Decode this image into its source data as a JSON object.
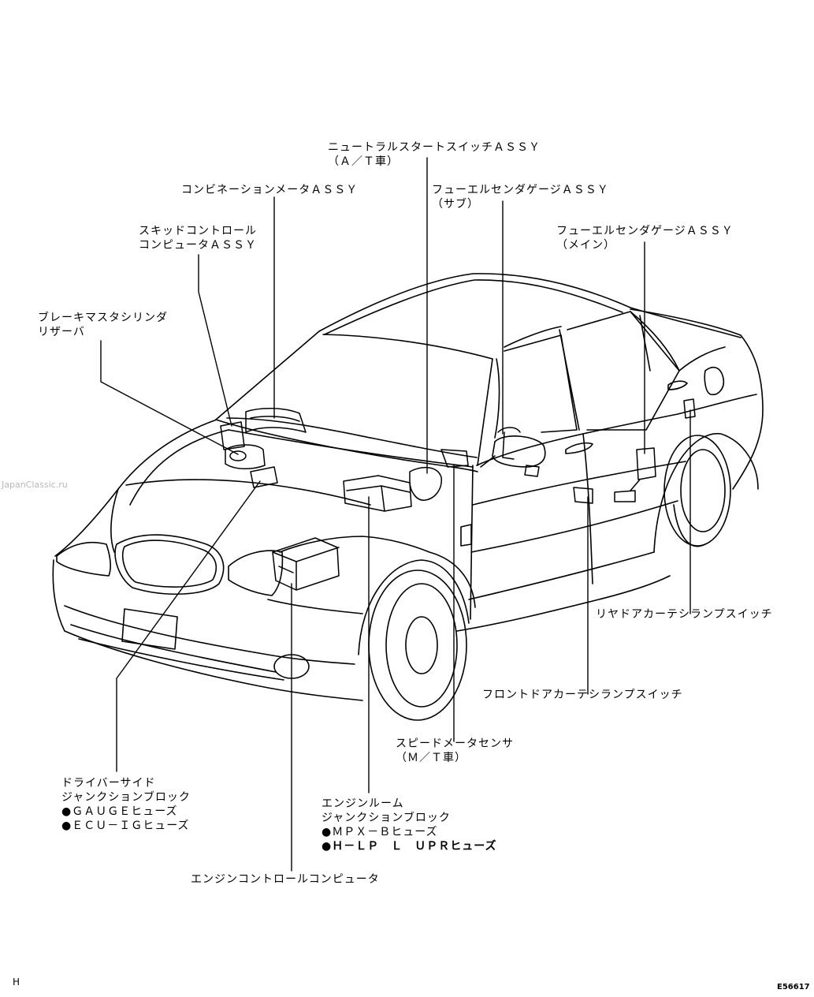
{
  "labels": {
    "neutral_start_switch": [
      "ニュートラルスタートスイッチＡＳＳＹ",
      "（Ａ／Ｔ車）"
    ],
    "combination_meter": [
      "コンビネーションメータＡＳＳＹ"
    ],
    "fuel_sender_sub": [
      "フューエルセンダゲージＡＳＳＹ",
      "（サブ）"
    ],
    "skid_control_computer": [
      "スキッドコントロール",
      "コンピュータＡＳＳＹ"
    ],
    "fuel_sender_main": [
      "フューエルセンダゲージＡＳＳＹ",
      "（メイン）"
    ],
    "brake_master_reservoir": [
      "ブレーキマスタシリンダ",
      "リザーバ"
    ],
    "rear_door_courtesy_switch": [
      "リヤドアカーテシランプスイッチ"
    ],
    "front_door_courtesy_switch": [
      "フロントドアカーテシランプスイッチ"
    ],
    "speedometer_sensor": [
      "スピードメータセンサ",
      "（Ｍ／Ｔ車）"
    ],
    "driver_side_jb": [
      "ドライバーサイド",
      "ジャンクションブロック",
      "●ＧＡＵＧＥヒューズ",
      "●ＥＣＵ－ＩＧヒューズ"
    ],
    "engine_room_jb": [
      "エンジンルーム",
      "ジャンクションブロック",
      "●ＭＰＸ－Ｂヒューズ",
      "●Ｈ－ＬＰ　Ｌ　ＵＰＲヒューズ"
    ],
    "engine_control_computer": [
      "エンジンコントロールコンピュータ"
    ]
  },
  "watermark": "JapanClassic.ru",
  "corner_left": "H",
  "figure_code": "E56617",
  "colors": {
    "ink": "#000000",
    "paper": "#ffffff",
    "watermark": "#b8b8b8"
  }
}
